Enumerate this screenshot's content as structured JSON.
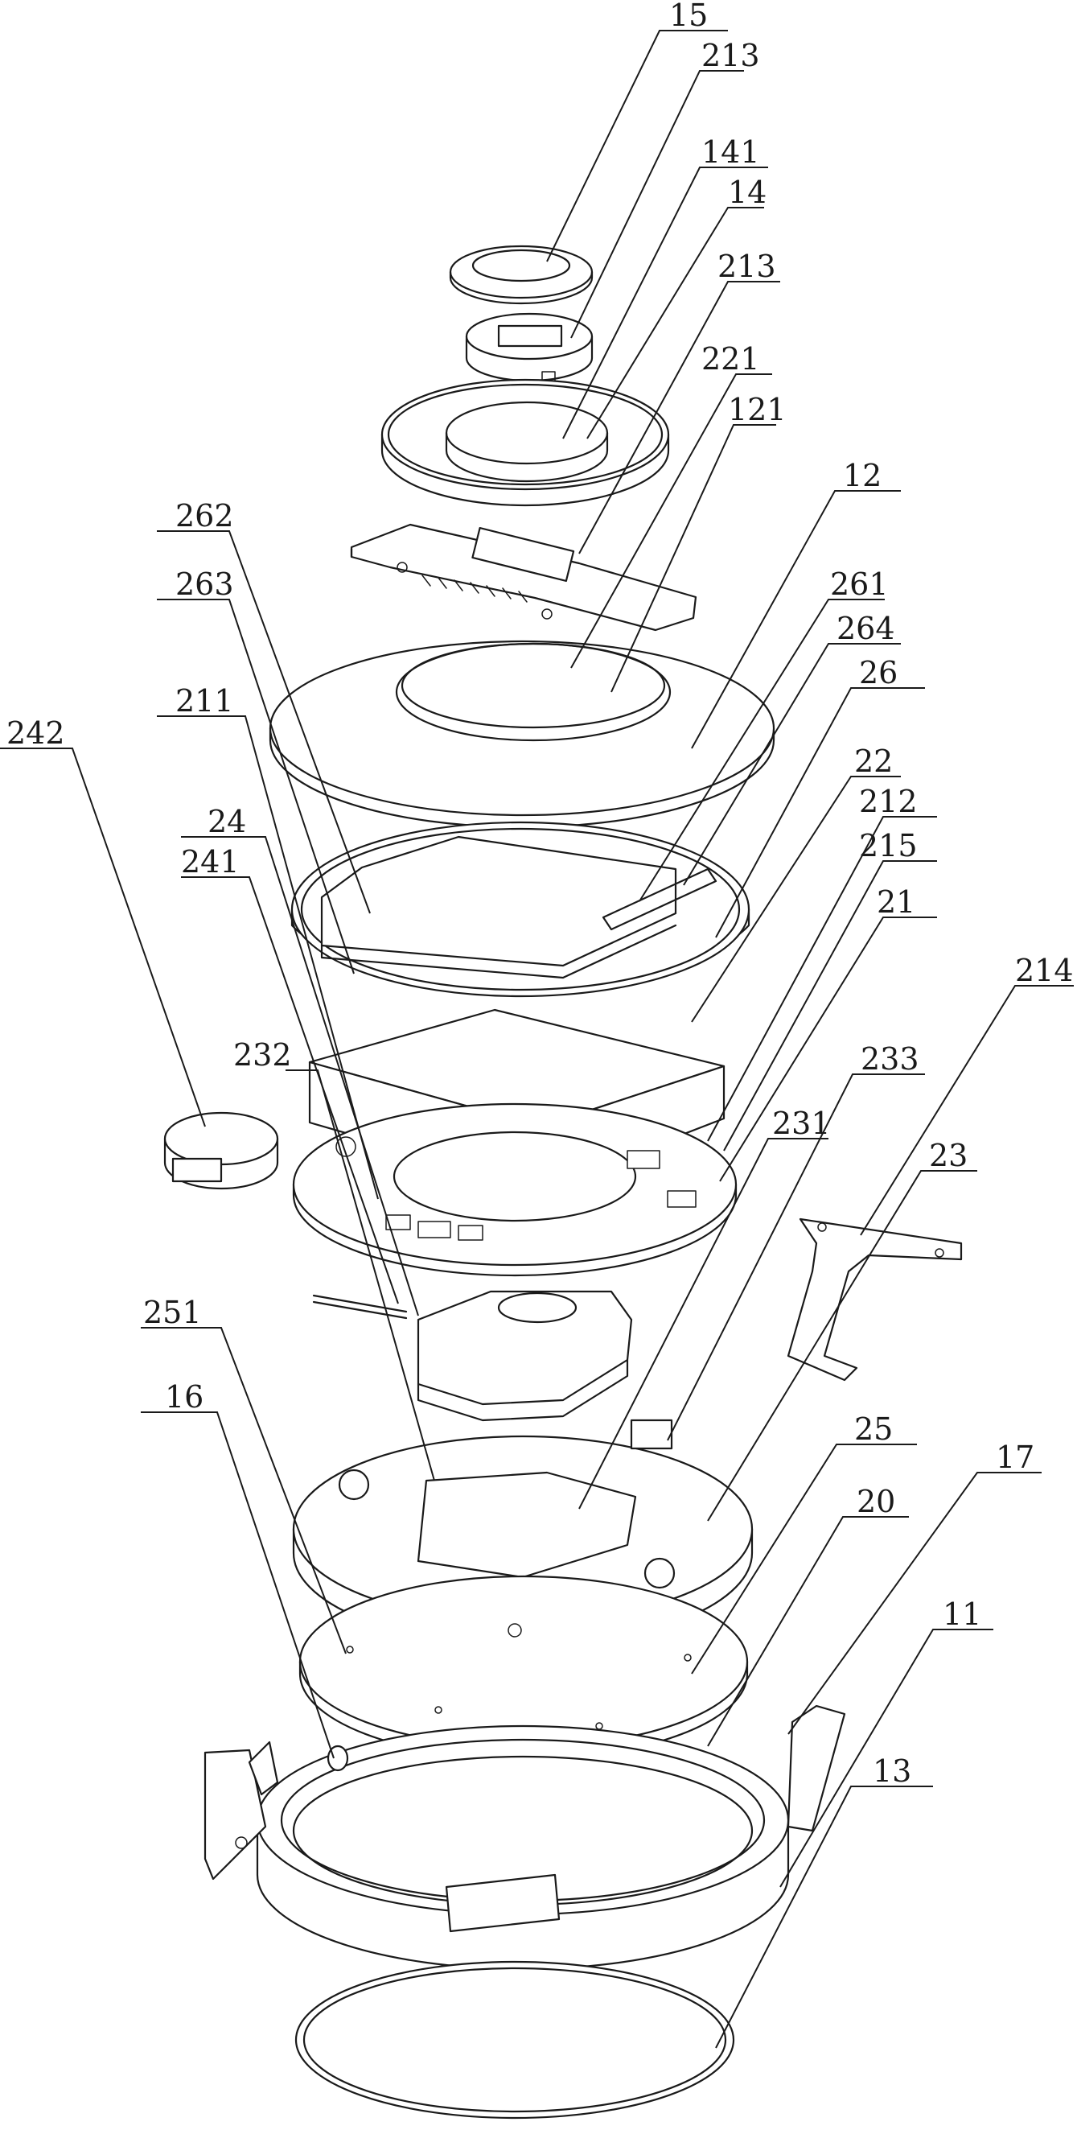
{
  "labels": [
    {
      "id": "15",
      "text": "15"
    },
    {
      "id": "213a",
      "text": "213"
    },
    {
      "id": "141",
      "text": "141"
    },
    {
      "id": "14",
      "text": "14"
    },
    {
      "id": "213b",
      "text": "213"
    },
    {
      "id": "221",
      "text": "221"
    },
    {
      "id": "121",
      "text": "121"
    },
    {
      "id": "262",
      "text": "262"
    },
    {
      "id": "12",
      "text": "12"
    },
    {
      "id": "263",
      "text": "263"
    },
    {
      "id": "261",
      "text": "261"
    },
    {
      "id": "264",
      "text": "264"
    },
    {
      "id": "211",
      "text": "211"
    },
    {
      "id": "26",
      "text": "26"
    },
    {
      "id": "242",
      "text": "242"
    },
    {
      "id": "24",
      "text": "24"
    },
    {
      "id": "22",
      "text": "22"
    },
    {
      "id": "241",
      "text": "241"
    },
    {
      "id": "212",
      "text": "212"
    },
    {
      "id": "215",
      "text": "215"
    },
    {
      "id": "21",
      "text": "21"
    },
    {
      "id": "214",
      "text": "214"
    },
    {
      "id": "232",
      "text": "232"
    },
    {
      "id": "233",
      "text": "233"
    },
    {
      "id": "231",
      "text": "231"
    },
    {
      "id": "23",
      "text": "23"
    },
    {
      "id": "251",
      "text": "251"
    },
    {
      "id": "16",
      "text": "16"
    },
    {
      "id": "25",
      "text": "25"
    },
    {
      "id": "17",
      "text": "17"
    },
    {
      "id": "20",
      "text": "20"
    },
    {
      "id": "11",
      "text": "11"
    },
    {
      "id": "13",
      "text": "13"
    }
  ]
}
